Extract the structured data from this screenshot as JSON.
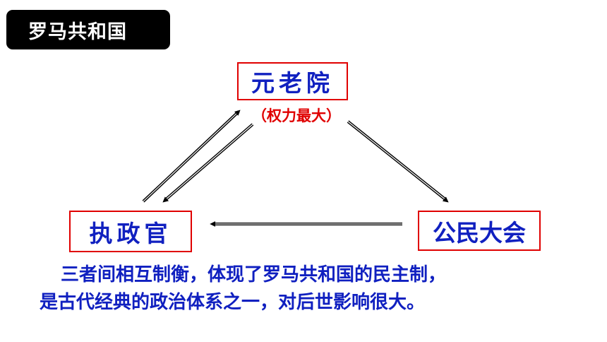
{
  "title": "罗马共和国",
  "diagram": {
    "nodes": {
      "senate": "元老院",
      "senate_note": "（权力最大）",
      "executive": "执政官",
      "assembly": "公民大会"
    },
    "edges": [
      {
        "from": "executive",
        "to": "senate"
      },
      {
        "from": "senate",
        "to": "executive"
      },
      {
        "from": "senate",
        "to": "assembly"
      },
      {
        "from": "assembly",
        "to": "executive"
      }
    ]
  },
  "description": {
    "line1": "三者间相互制衡，体现了罗马共和国的民主制，",
    "line2": "是古代经典的政治体系之一，对后世影响很大。"
  },
  "colors": {
    "box_border": "#e00000",
    "node_text": "#1020c0",
    "note_text": "#e00000",
    "title_bg": "#000000"
  }
}
